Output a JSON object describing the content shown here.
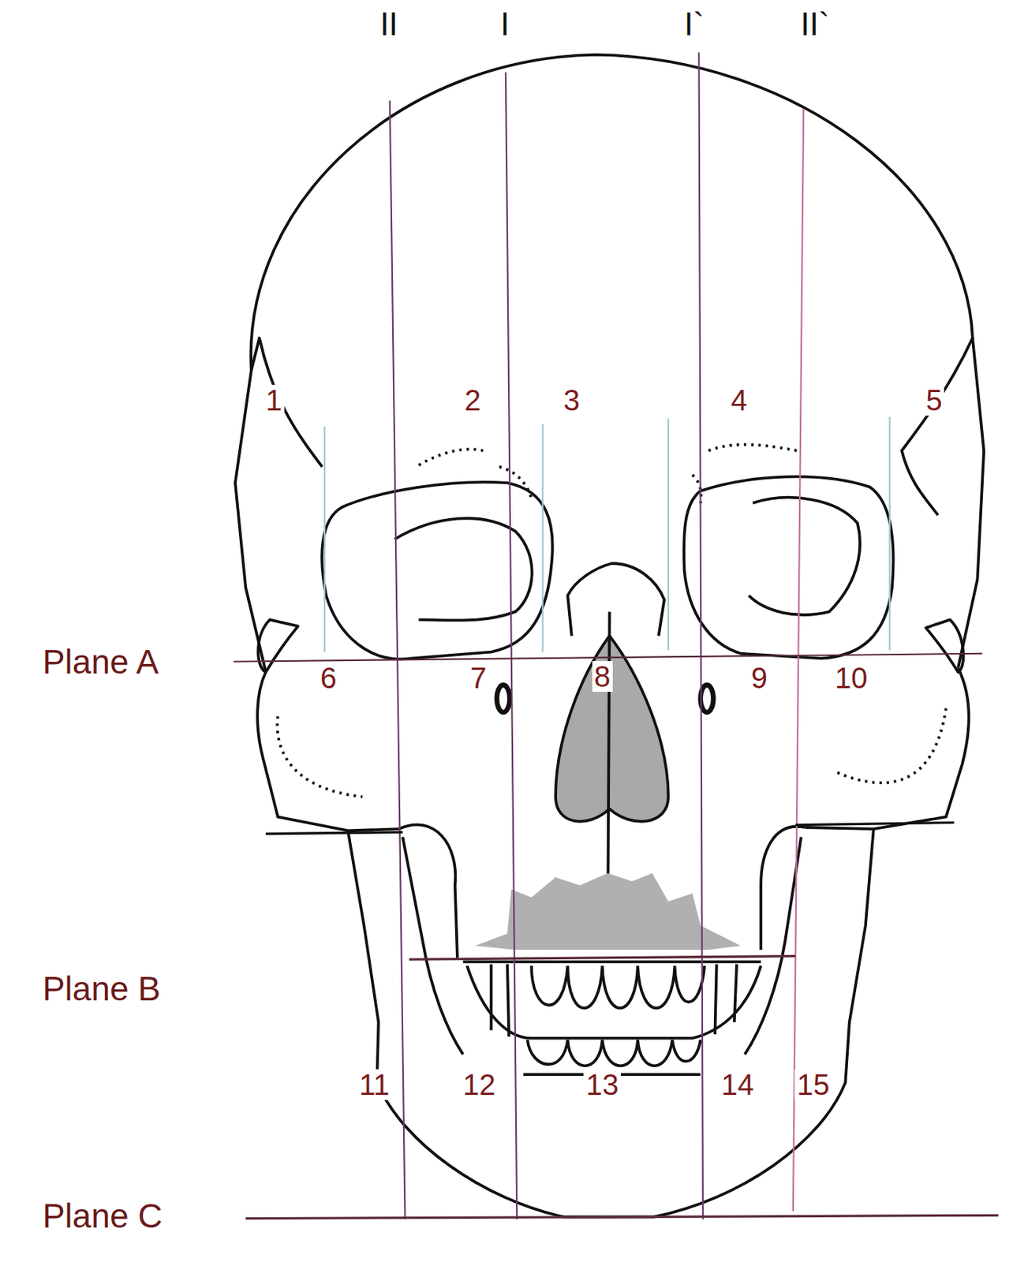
{
  "diagram": {
    "labels": [
      "II",
      "I",
      "I`",
      "II`",
      "1",
      "2",
      "3",
      "4",
      "5",
      "Plane A",
      "6",
      "7",
      "8",
      "9",
      "10",
      "Plane B",
      "11",
      "12",
      "13",
      "14",
      "15",
      "Plane C"
    ]
  }
}
